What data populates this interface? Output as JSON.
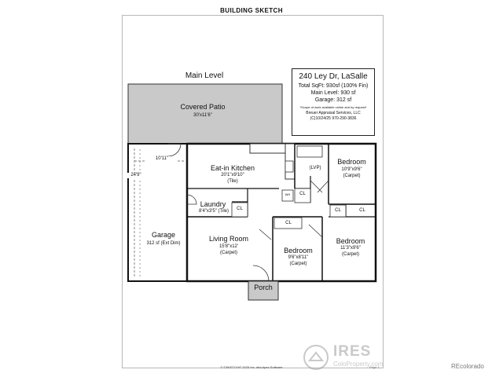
{
  "header": {
    "title": "BUILDING SKETCH"
  },
  "level": {
    "label": "Main Level"
  },
  "info": {
    "address": "240 Ley Dr, LaSalle",
    "total": "Total SqFt: 930sf (100% Fin)",
    "main": "Main Level: 930 sf",
    "garage": "Garage: 312 sf",
    "note": "*Scope of work available online and by request*",
    "firm": "Breuer Appraisal Services, LLC",
    "contact": "(C)10/24/25  970-290-3836"
  },
  "rooms": {
    "patio": {
      "name": "Covered Patio",
      "dim": "30'x11'6\""
    },
    "kitchen": {
      "name": "Eat-in Kitchen",
      "dim": "20'1\"x9'10\"",
      "floor": "(Tile)"
    },
    "laundry": {
      "name": "Laundry",
      "dim": "8'4\"x3'5\" (Tile)"
    },
    "living": {
      "name": "Living Room",
      "dim": "15'8\"x12'",
      "floor": "(Carpet)"
    },
    "garage": {
      "name": "Garage",
      "dim": "312 sf (Ext Dim)"
    },
    "bed1": {
      "name": "Bedroom",
      "dim": "10'9\"x9'6\"",
      "floor": "(Carpet)"
    },
    "bed2": {
      "name": "Bedroom",
      "dim": "9'6\"x8'11\"",
      "floor": "(Carpet)"
    },
    "bed3": {
      "name": "Bedroom",
      "dim": "11'3\"x9'6\"",
      "floor": "(Carpet)"
    },
    "porch": {
      "name": "Porch"
    },
    "lvp": "(LVP)",
    "wh": "WH",
    "cl": "CL"
  },
  "dims": {
    "garage_width": "10'11\"",
    "garage_depth": "24'9\""
  },
  "footer": {
    "credit": "© ©SKETCHIT 2025 Inc. dba Apex Software",
    "page": "Page 1"
  },
  "watermark": {
    "ires": "IRES",
    "mls": "ColoProperty.com",
    "recolorado": "REcolorado"
  }
}
